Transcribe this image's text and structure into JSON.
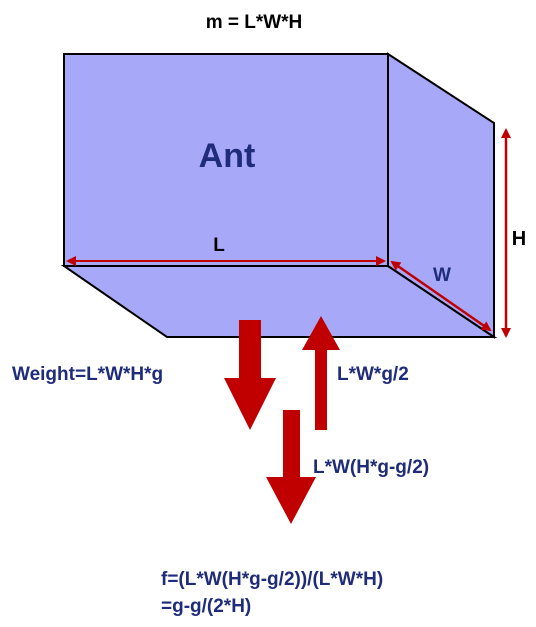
{
  "formula_mass": "m = L*W*H",
  "body_label": "Ant",
  "dimension_labels": {
    "length": "L",
    "width": "W",
    "height": "H"
  },
  "forces": {
    "weight_label": "Weight=L*W*H*g",
    "upward_label": "L*W*g/2",
    "net_label": "L*W(H*g-g/2)"
  },
  "result": {
    "line1": "f=(L*W(H*g-g/2))/(L*W*H)",
    "line2": "=g-g/(2*H)"
  },
  "colors": {
    "box_front": "#a8a8f8",
    "box_side": "#a8a8f8",
    "box_bottom": "#a8a8f8",
    "edge": "#000000",
    "arrow": "#c00000",
    "label_text": "#1f2c7a",
    "black_text": "#000000"
  }
}
